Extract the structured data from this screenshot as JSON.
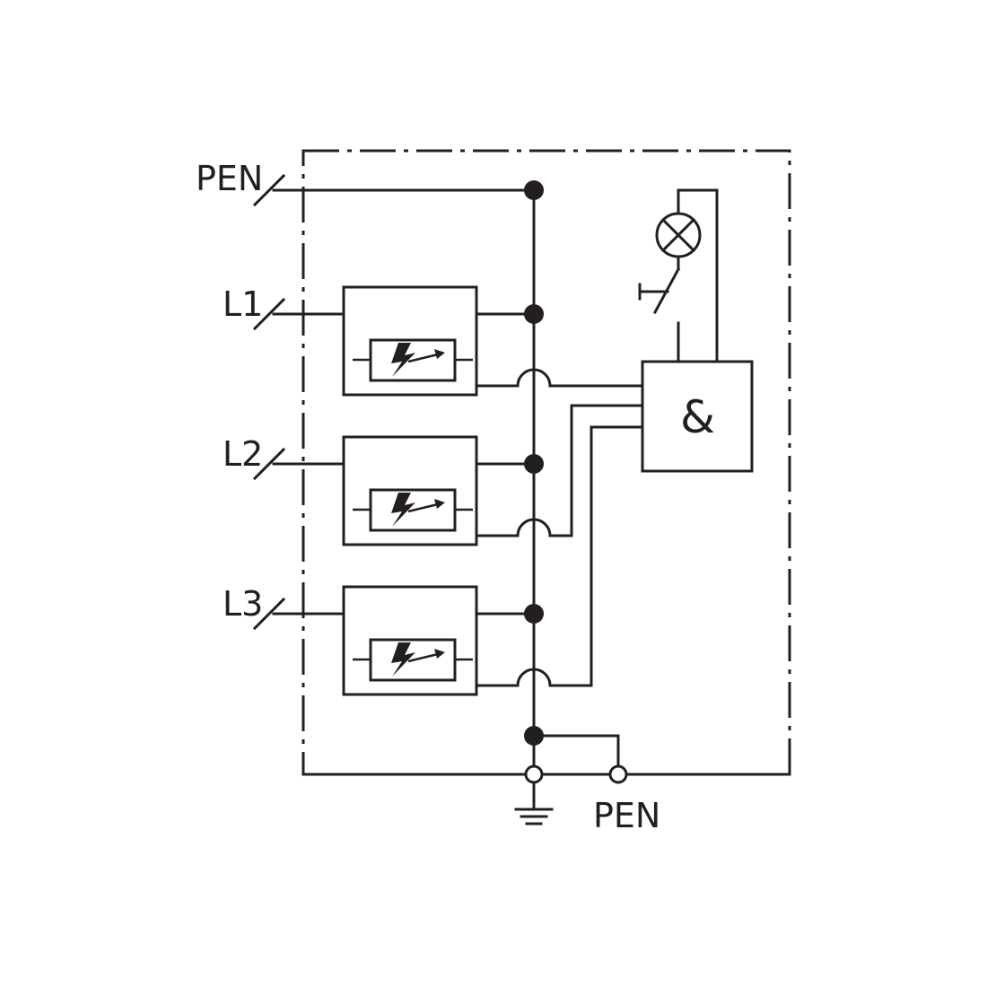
{
  "labels": {
    "pen_in": "PEN",
    "l1": "L1",
    "l2": "L2",
    "l3": "L3",
    "pen_out": "PEN",
    "and_gate": "&"
  },
  "icons": {
    "protection_module": "spark-gap-varistor-icon",
    "indicator": "indicator-lamp-icon",
    "contact": "switch-contact-icon",
    "ground": "ground-icon"
  },
  "colors": {
    "line": "#231f20",
    "background": "#ffffff"
  }
}
